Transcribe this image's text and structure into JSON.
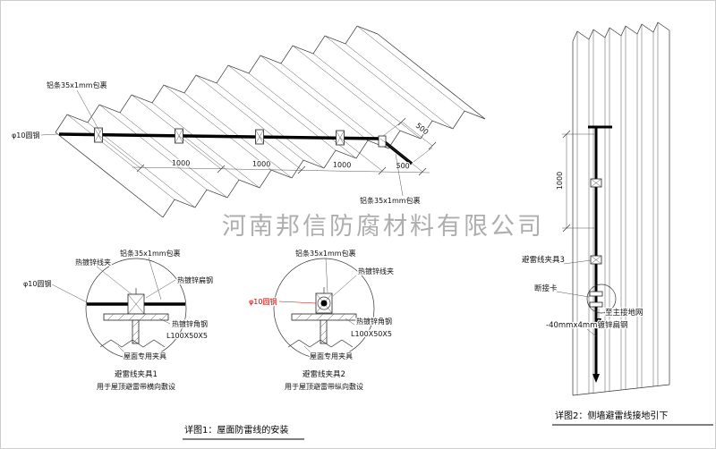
{
  "watermark": "河南邦信防腐材料有限公司",
  "colors": {
    "red": "#cc0000",
    "watermark": "#999999",
    "line": "#333333"
  },
  "roof": {
    "alu_label_top": "铝条35x1mm包裹",
    "alu_label_right": "铝条35x1mm包裹",
    "round_steel_label": "φ10圆钢",
    "dims": [
      "1000",
      "1000",
      "1000",
      "500",
      "500"
    ]
  },
  "detail1": {
    "title": "避雷线夹具1",
    "subtitle": "用于屋顶避雷带横向敷设",
    "labels": {
      "clamp": "热镀锌线夹",
      "alu": "铝条35x1mm包裹",
      "flat": "热镀锌扁钢",
      "round": "φ10圆钢",
      "angle": "热镀锌角钢",
      "angle_spec": "L100X50X5",
      "fixture": "屋面专用夹具"
    }
  },
  "detail2": {
    "title": "避雷线夹具2",
    "subtitle": "用于屋顶避雷带纵向敷设",
    "labels": {
      "alu": "铝条35x1mm包裹",
      "clamp": "热镀锌线夹",
      "round": "φ10圆钢",
      "angle": "热镀锌角钢",
      "angle_spec": "L100X50X5",
      "fixture": "屋面专用夹具"
    }
  },
  "wall": {
    "dim": "1000",
    "labels": {
      "clamp3": "避雷线夹具3",
      "disconnect": "断接卡",
      "to_ground": "至主接地网",
      "flat_steel": "-40mmx4mm镀锌扁钢"
    }
  },
  "captions": {
    "detail1": "详图1：屋面防雷线的安装",
    "detail2": "详图2：侧墙避雷线接地引下"
  }
}
